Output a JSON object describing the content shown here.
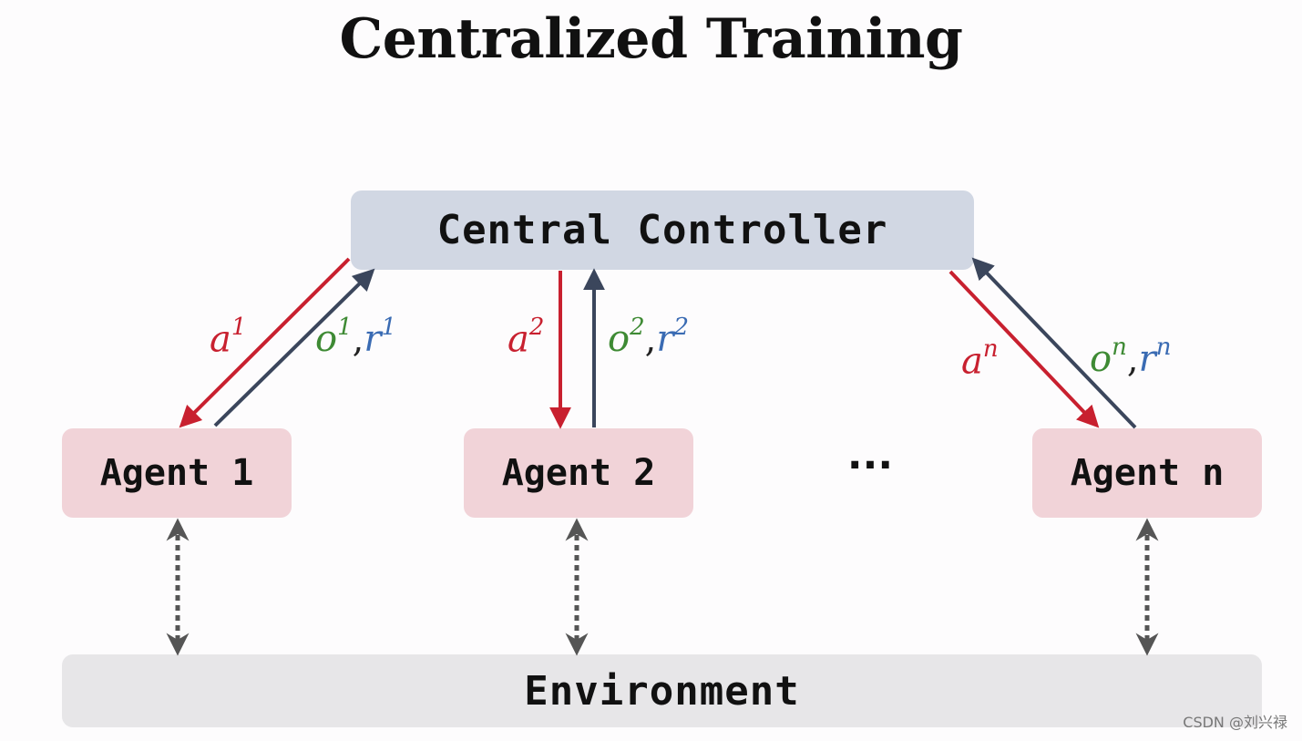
{
  "title": "Centralized Training",
  "controller": {
    "label": "Central Controller"
  },
  "agents": [
    {
      "label": "Agent 1",
      "action": {
        "base": "a",
        "sup": "1"
      },
      "obs": {
        "base": "o",
        "sup": "1"
      },
      "reward": {
        "base": "r",
        "sup": "1"
      }
    },
    {
      "label": "Agent 2",
      "action": {
        "base": "a",
        "sup": "2"
      },
      "obs": {
        "base": "o",
        "sup": "2"
      },
      "reward": {
        "base": "r",
        "sup": "2"
      }
    },
    {
      "label": "Agent n",
      "action": {
        "base": "a",
        "sup": "n"
      },
      "obs": {
        "base": "o",
        "sup": "n"
      },
      "reward": {
        "base": "r",
        "sup": "n"
      }
    }
  ],
  "ellipsis": "···",
  "separator": ",",
  "environment": {
    "label": "Environment"
  },
  "watermark": "CSDN @刘兴禄",
  "colors": {
    "action": "#c8202f",
    "observation": "#3e8a34",
    "reward": "#3a6bb3",
    "upArrow": "#3b465c",
    "dashedArrow": "#555555",
    "controllerBox": "#d1d7e3",
    "agentBox": "#f1d3d8",
    "environmentBox": "#e7e6e8"
  }
}
